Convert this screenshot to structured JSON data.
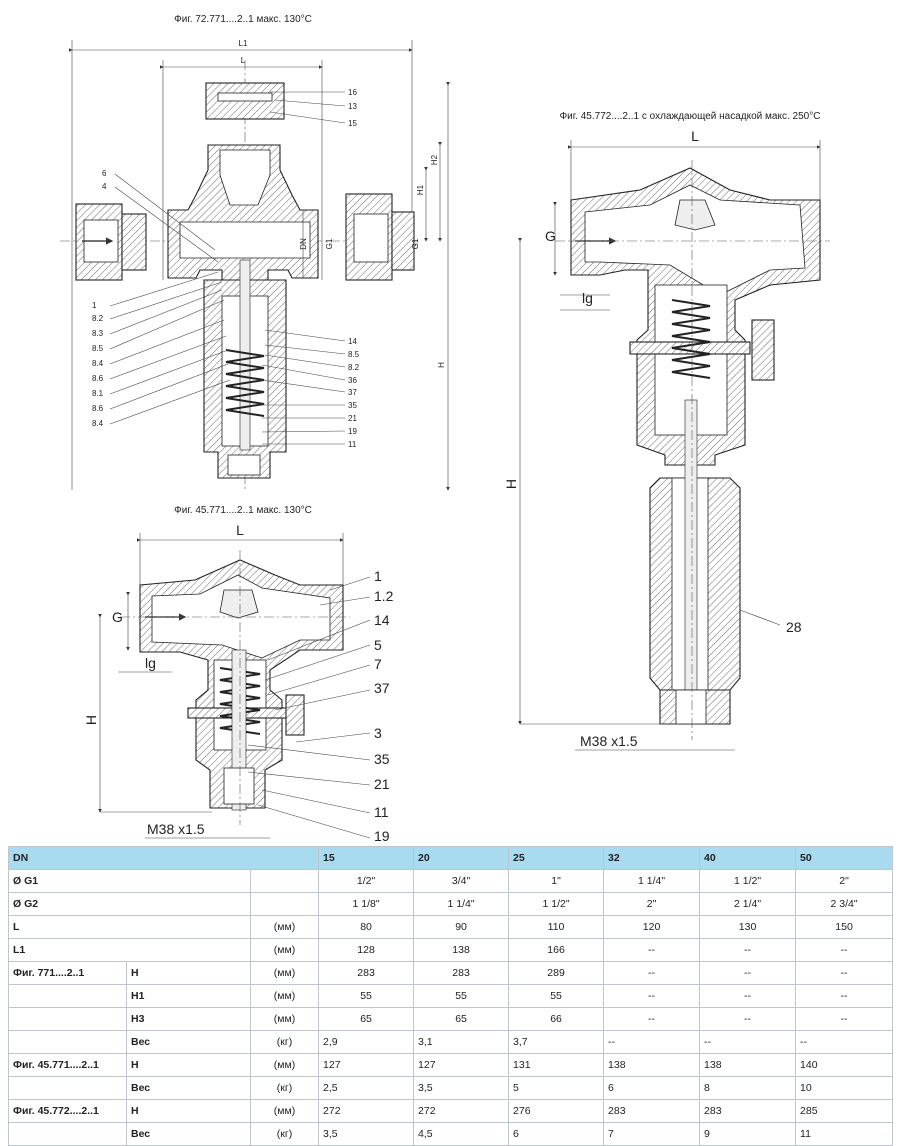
{
  "figures": {
    "fig1_title": "Фиг. 72.771....2..1 макс. 130°C",
    "fig2_title": "Фиг. 45.772....2..1 с охлаждающей насадкой макс. 250°C",
    "fig3_title": "Фиг. 45.771....2..1 макс. 130°C"
  },
  "fig1": {
    "dims": {
      "L1": "L1",
      "L": "L",
      "H": "H",
      "H1": "H1",
      "H2": "H2",
      "G1a": "G1",
      "G1b": "G1",
      "DN": "DN"
    },
    "callouts_right": [
      "16",
      "13",
      "15",
      "14",
      "8.5",
      "8.2",
      "36",
      "37",
      "35",
      "21",
      "19",
      "11"
    ],
    "callouts_left": [
      "6",
      "4",
      "1",
      "8.2",
      "8.3",
      "8.5",
      "8.4",
      "8.6",
      "8.1",
      "8.6",
      "8.4"
    ]
  },
  "fig2": {
    "dims": {
      "L": "L",
      "G": "G",
      "lg": "lg",
      "H": "H",
      "thread": "M38 x1.5"
    },
    "callouts": [
      "28"
    ]
  },
  "fig3": {
    "dims": {
      "L": "L",
      "G": "G",
      "lg": "lg",
      "H": "H",
      "thread": "M38 x1.5"
    },
    "callouts": [
      "1",
      "1.2",
      "14",
      "5",
      "7",
      "37",
      "3",
      "35",
      "21",
      "11",
      "19"
    ]
  },
  "table": {
    "header": {
      "label": "DN",
      "values": [
        "15",
        "20",
        "25",
        "32",
        "40",
        "50"
      ]
    },
    "rows": [
      {
        "group": "",
        "label": "Ø G1",
        "unit": "",
        "values": [
          "1/2\"",
          "3/4\"",
          "1\"",
          "1 1/4\"",
          "1 1/2\"",
          "2\""
        ],
        "align": "center"
      },
      {
        "group": "",
        "label": "Ø G2",
        "unit": "",
        "values": [
          "1 1/8\"",
          "1 1/4\"",
          "1 1/2\"",
          "2\"",
          "2 1/4\"",
          "2 3/4\""
        ],
        "align": "center"
      },
      {
        "group": "",
        "label": "L",
        "unit": "(мм)",
        "values": [
          "80",
          "90",
          "110",
          "120",
          "130",
          "150"
        ],
        "align": "center"
      },
      {
        "group": "",
        "label": "L1",
        "unit": "(мм)",
        "values": [
          "128",
          "138",
          "166",
          "--",
          "--",
          "--"
        ],
        "align": "center"
      },
      {
        "group": "Фиг. 771....2..1",
        "label": "H",
        "unit": "(мм)",
        "values": [
          "283",
          "283",
          "289",
          "--",
          "--",
          "--"
        ],
        "align": "center"
      },
      {
        "group": "",
        "label": "H1",
        "unit": "(мм)",
        "values": [
          "55",
          "55",
          "55",
          "--",
          "--",
          "--"
        ],
        "align": "center"
      },
      {
        "group": "",
        "label": "H3",
        "unit": "(мм)",
        "values": [
          "65",
          "65",
          "66",
          "--",
          "--",
          "--"
        ],
        "align": "center"
      },
      {
        "group": "",
        "label": "Вес",
        "unit": "(кг)",
        "values": [
          "2,9",
          "3,1",
          "3,7",
          "--",
          "--",
          "--"
        ],
        "align": "left"
      },
      {
        "group": "Фиг. 45.771....2..1",
        "label": "H",
        "unit": "(мм)",
        "values": [
          "127",
          "127",
          "131",
          "138",
          "138",
          "140"
        ],
        "align": "left"
      },
      {
        "group": "",
        "label": "Вес",
        "unit": "(кг)",
        "values": [
          "2,5",
          "3,5",
          "5",
          "6",
          "8",
          "10"
        ],
        "align": "left"
      },
      {
        "group": "Фиг. 45.772....2..1",
        "label": "H",
        "unit": "(мм)",
        "values": [
          "272",
          "272",
          "276",
          "283",
          "283",
          "285"
        ],
        "align": "left"
      },
      {
        "group": "",
        "label": "Вес",
        "unit": "(кг)",
        "values": [
          "3,5",
          "4,5",
          "6",
          "7",
          "9",
          "11"
        ],
        "align": "left"
      }
    ]
  }
}
